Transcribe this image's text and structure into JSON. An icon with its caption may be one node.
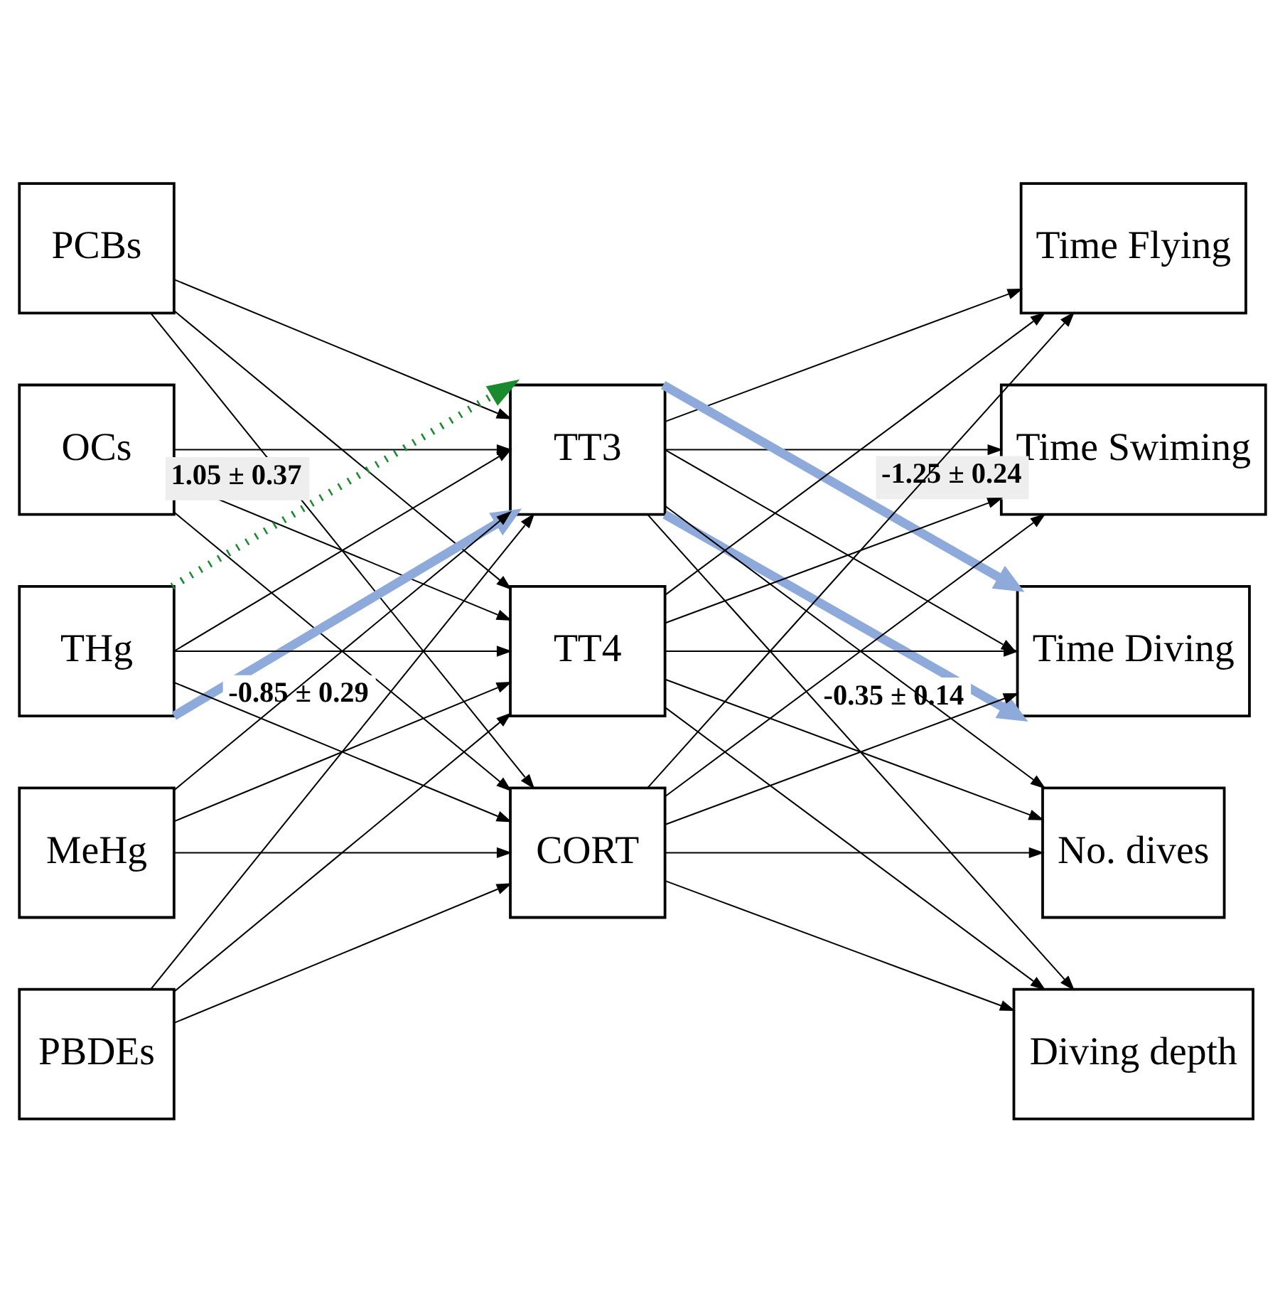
{
  "diagram": {
    "nodes": [
      {
        "text": [
          "PCBs"
        ]
      },
      {
        "text": [
          "OCs"
        ]
      },
      {
        "text": [
          "THg"
        ]
      },
      {
        "text": [
          "MeHg"
        ]
      },
      {
        "text": [
          "PBDEs"
        ]
      },
      {
        "text": [
          "TT3"
        ]
      },
      {
        "text": [
          "TT4"
        ]
      },
      {
        "text": [
          "CORT"
        ]
      },
      {
        "text": [
          "Time Flying"
        ]
      },
      {
        "text": [
          "Time Swiming"
        ]
      },
      {
        "text": [
          "Time Diving"
        ]
      },
      {
        "text": [
          "No. dives"
        ]
      },
      {
        "text": [
          "Diving depth"
        ]
      }
    ],
    "edges": [
      {
        "from": 0,
        "to": 5,
        "arrow": "to"
      },
      {
        "from": 0,
        "to": 6,
        "arrow": "to"
      },
      {
        "from": 0,
        "to": 7,
        "arrow": "to"
      },
      {
        "from": 1,
        "to": 5,
        "arrow": "to"
      },
      {
        "from": 1,
        "to": 6,
        "arrow": "to"
      },
      {
        "from": 1,
        "to": 7,
        "arrow": "to"
      },
      {
        "from": 2,
        "to": 5,
        "arrow": "to"
      },
      {
        "from": 2,
        "to": 6,
        "arrow": "to"
      },
      {
        "from": 2,
        "to": 7,
        "arrow": "to"
      },
      {
        "from": 3,
        "to": 5,
        "arrow": "to"
      },
      {
        "from": 3,
        "to": 6,
        "arrow": "to"
      },
      {
        "from": 3,
        "to": 7,
        "arrow": "to"
      },
      {
        "from": 4,
        "to": 5,
        "arrow": "to"
      },
      {
        "from": 4,
        "to": 6,
        "arrow": "to"
      },
      {
        "from": 4,
        "to": 7,
        "arrow": "to"
      },
      {
        "from": 5,
        "to": 8,
        "arrow": "to"
      },
      {
        "from": 5,
        "to": 9,
        "arrow": "to"
      },
      {
        "from": 5,
        "to": 10,
        "arrow": "to"
      },
      {
        "from": 5,
        "to": 11,
        "arrow": "to"
      },
      {
        "from": 5,
        "to": 12,
        "arrow": "to"
      },
      {
        "from": 6,
        "to": 8,
        "arrow": "to"
      },
      {
        "from": 6,
        "to": 9,
        "arrow": "to"
      },
      {
        "from": 6,
        "to": 10,
        "arrow": "to"
      },
      {
        "from": 6,
        "to": 11,
        "arrow": "to"
      },
      {
        "from": 6,
        "to": 12,
        "arrow": "to"
      },
      {
        "from": 7,
        "to": 8,
        "arrow": "to"
      },
      {
        "from": 7,
        "to": 9,
        "arrow": "to"
      },
      {
        "from": 7,
        "to": 10,
        "arrow": "to"
      },
      {
        "from": 7,
        "to": 11,
        "arrow": "to"
      },
      {
        "from": 7,
        "to": 12,
        "arrow": "to"
      },
      {
        "from": 2,
        "to": 5,
        "arrow": "to",
        "label": "1.05 ± 0.37",
        "style": "dashed",
        "color": "#1a8a2e"
      },
      {
        "from": 2,
        "to": 5,
        "arrow": "to",
        "label": "-0.85 ± 0.29",
        "style": "thick",
        "color": "#8eaadb"
      },
      {
        "from": 5,
        "to": 10,
        "arrow": "to",
        "label": "-1.25 ± 0.24",
        "style": "thick",
        "color": "#8eaadb"
      },
      {
        "from": 5,
        "to": 10,
        "arrow": "to",
        "label": "-0.35 ± 0.14",
        "style": "thick",
        "color": "#8eaadb"
      }
    ]
  }
}
